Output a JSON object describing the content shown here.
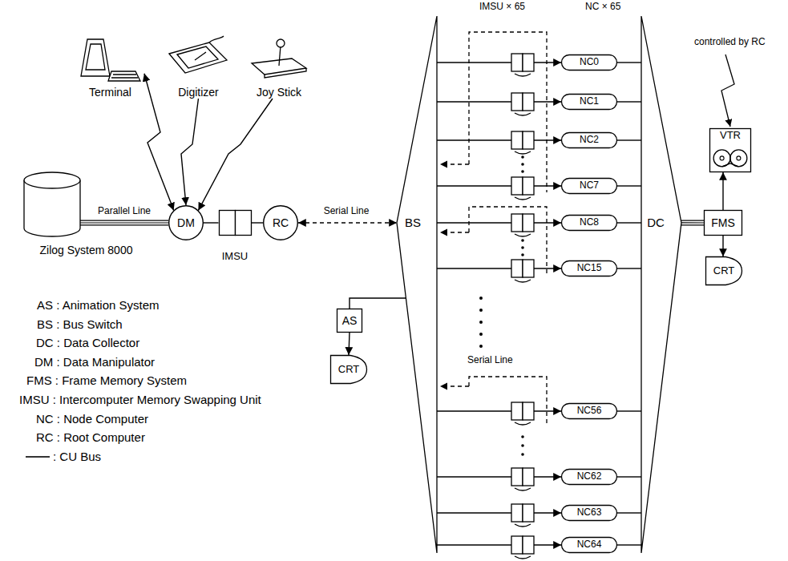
{
  "diagram": {
    "nodes": [
      {
        "text": [
          "Terminal"
        ]
      },
      {
        "text": [
          "Digitizer"
        ]
      },
      {
        "text": [
          "Joy Stick"
        ]
      },
      {
        "text": [
          "Zilog System 8000"
        ]
      },
      {
        "text": [
          "DM"
        ]
      },
      {
        "text": [
          "IMSU"
        ]
      },
      {
        "text": [
          "RC"
        ]
      },
      {
        "text": [
          "BS"
        ]
      },
      {
        "text": [
          "AS"
        ]
      },
      {
        "text": [
          "CRT"
        ]
      },
      {
        "text": [
          "NC0"
        ]
      },
      {
        "text": [
          "NC1"
        ]
      },
      {
        "text": [
          "NC2"
        ]
      },
      {
        "text": [
          "NC7"
        ]
      },
      {
        "text": [
          "NC8"
        ]
      },
      {
        "text": [
          "NC15"
        ]
      },
      {
        "text": [
          "NC56"
        ]
      },
      {
        "text": [
          "NC62"
        ]
      },
      {
        "text": [
          "NC63"
        ]
      },
      {
        "text": [
          "NC64"
        ]
      },
      {
        "text": [
          "DC"
        ]
      },
      {
        "text": [
          "VTR"
        ]
      },
      {
        "text": [
          "FMS"
        ]
      },
      {
        "text": [
          "CRT"
        ]
      }
    ],
    "edges": [
      {
        "from": 0,
        "to": 4,
        "arrow": "both"
      },
      {
        "from": 1,
        "to": 4,
        "arrow": "to"
      },
      {
        "from": 2,
        "to": 4,
        "arrow": "to"
      },
      {
        "from": 3,
        "to": 4,
        "arrow": "none",
        "label": "Parallel Line"
      },
      {
        "from": 4,
        "to": 5,
        "arrow": "none"
      },
      {
        "from": 5,
        "to": 6,
        "arrow": "none"
      },
      {
        "from": 6,
        "to": 7,
        "arrow": "both",
        "label": "Serial Line"
      },
      {
        "from": 7,
        "to": 8,
        "arrow": "none"
      },
      {
        "from": 8,
        "to": 9,
        "arrow": "to"
      },
      {
        "from": 7,
        "to": 10,
        "arrow": "to"
      },
      {
        "from": 7,
        "to": 11,
        "arrow": "to"
      },
      {
        "from": 7,
        "to": 12,
        "arrow": "to"
      },
      {
        "from": 7,
        "to": 13,
        "arrow": "to"
      },
      {
        "from": 7,
        "to": 14,
        "arrow": "to"
      },
      {
        "from": 7,
        "to": 15,
        "arrow": "to"
      },
      {
        "from": 7,
        "to": 16,
        "arrow": "to"
      },
      {
        "from": 7,
        "to": 17,
        "arrow": "to"
      },
      {
        "from": 7,
        "to": 18,
        "arrow": "to"
      },
      {
        "from": 7,
        "to": 19,
        "arrow": "to"
      },
      {
        "from": 10,
        "to": 20,
        "arrow": "none"
      },
      {
        "from": 11,
        "to": 20,
        "arrow": "none"
      },
      {
        "from": 12,
        "to": 20,
        "arrow": "none"
      },
      {
        "from": 13,
        "to": 20,
        "arrow": "none"
      },
      {
        "from": 14,
        "to": 20,
        "arrow": "none"
      },
      {
        "from": 15,
        "to": 20,
        "arrow": "none"
      },
      {
        "from": 16,
        "to": 20,
        "arrow": "none"
      },
      {
        "from": 17,
        "to": 20,
        "arrow": "none"
      },
      {
        "from": 18,
        "to": 20,
        "arrow": "none"
      },
      {
        "from": 19,
        "to": 20,
        "arrow": "none"
      },
      {
        "from": 20,
        "to": 22,
        "arrow": "none"
      },
      {
        "from": 22,
        "to": 21,
        "arrow": "to"
      },
      {
        "from": 22,
        "to": 23,
        "arrow": "to"
      }
    ],
    "labels": [
      "IMSU × 65",
      "NC × 65",
      "controlled by RC",
      "Serial Line",
      "AS : Animation System",
      "BS : Bus Switch",
      "DC : Data Collector",
      "DM : Data Manipulator",
      "FMS : Frame Memory System",
      "IMSU : Intercomputer Memory Swapping Unit",
      "NC : Node Computer",
      "RC : Root Computer"
    ],
    "legend": [
      {
        "text": ": CU Bus"
      }
    ]
  }
}
